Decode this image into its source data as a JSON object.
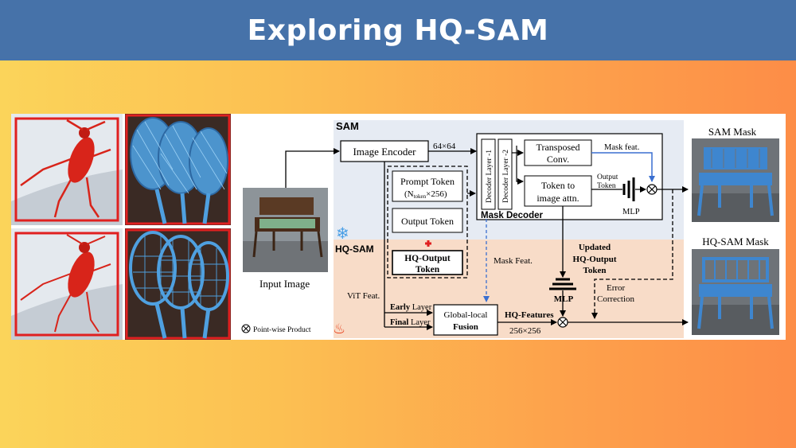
{
  "page": {
    "title": "Exploring HQ-SAM"
  },
  "diagram": {
    "sam_label": "SAM",
    "hqsam_label": "HQ-SAM",
    "input_image_label": "Input Image",
    "image_encoder": "Image Encoder",
    "dim_64": "64×64",
    "decoder_layer_1": "Decoder Layer -1",
    "decoder_layer_2": "Decoder Layer -2",
    "transposed_conv_1": "Transposed",
    "transposed_conv_2": "Conv.",
    "token_attn_1": "Token to",
    "token_attn_2": "image attn.",
    "mask_feat_top": "Mask feat.",
    "output_token_1": "Output",
    "output_token_2": "Token",
    "mlp_top": "MLP",
    "prompt_token": "Prompt Token",
    "prompt_token_sub": "(N",
    "prompt_token_subscript": "token",
    "prompt_token_sub_end": "×256)",
    "output_token_box": "Output Token",
    "mask_decoder": "Mask Decoder",
    "hq_output_1": "HQ-Output",
    "hq_output_2": "Token",
    "mask_feat_mid": "Mask Feat.",
    "updated_1": "Updated",
    "updated_2": "HQ-Output",
    "updated_3": "Token",
    "mlp_bottom": "MLP",
    "error_1": "Error",
    "error_2": "Correction",
    "vit_feat": "ViT Feat.",
    "early_bold": "Early",
    "early_rest": " Layer",
    "final_bold": "Final",
    "final_rest": " Layer",
    "fusion_1": "Global-local",
    "fusion_2": "Fusion",
    "hq_features": "HQ-Features",
    "dim_256": "256×256",
    "pointwise": "Point-wise Product",
    "sam_mask": "SAM Mask",
    "hqsam_mask": "HQ-SAM Mask"
  },
  "colors": {
    "banner": "#4672a9",
    "sam_region": "#e6ebf3",
    "hqsam_region": "#f8dcc8",
    "arrow_blue": "#3a6fd0",
    "highlight_red": "#e02020",
    "bug_red": "#d8241a",
    "racket_blue": "#3f8ed8"
  }
}
